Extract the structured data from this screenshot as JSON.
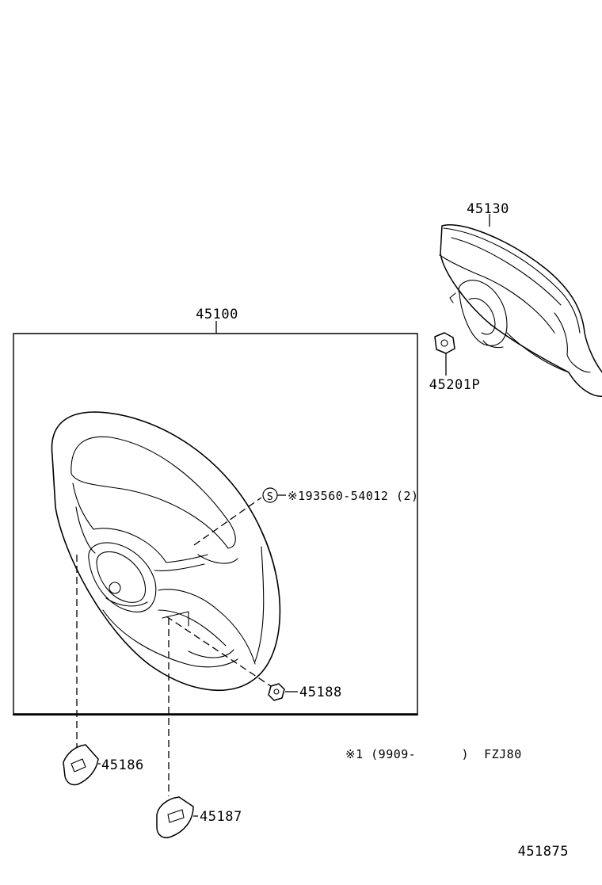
{
  "parts": {
    "steering_wheel_assy": "45100",
    "horn_pad": "45130",
    "nut_horn": "45201P",
    "screw_note": "※193560-54012 (2)",
    "screw_symbol": "S",
    "nut_wheel": "45188",
    "cover_lower_lh": "45186",
    "cover_lower_rh": "45187"
  },
  "footnote": {
    "text": "※1 (9909-      )  FZJ80"
  },
  "diagram_id": "451875"
}
